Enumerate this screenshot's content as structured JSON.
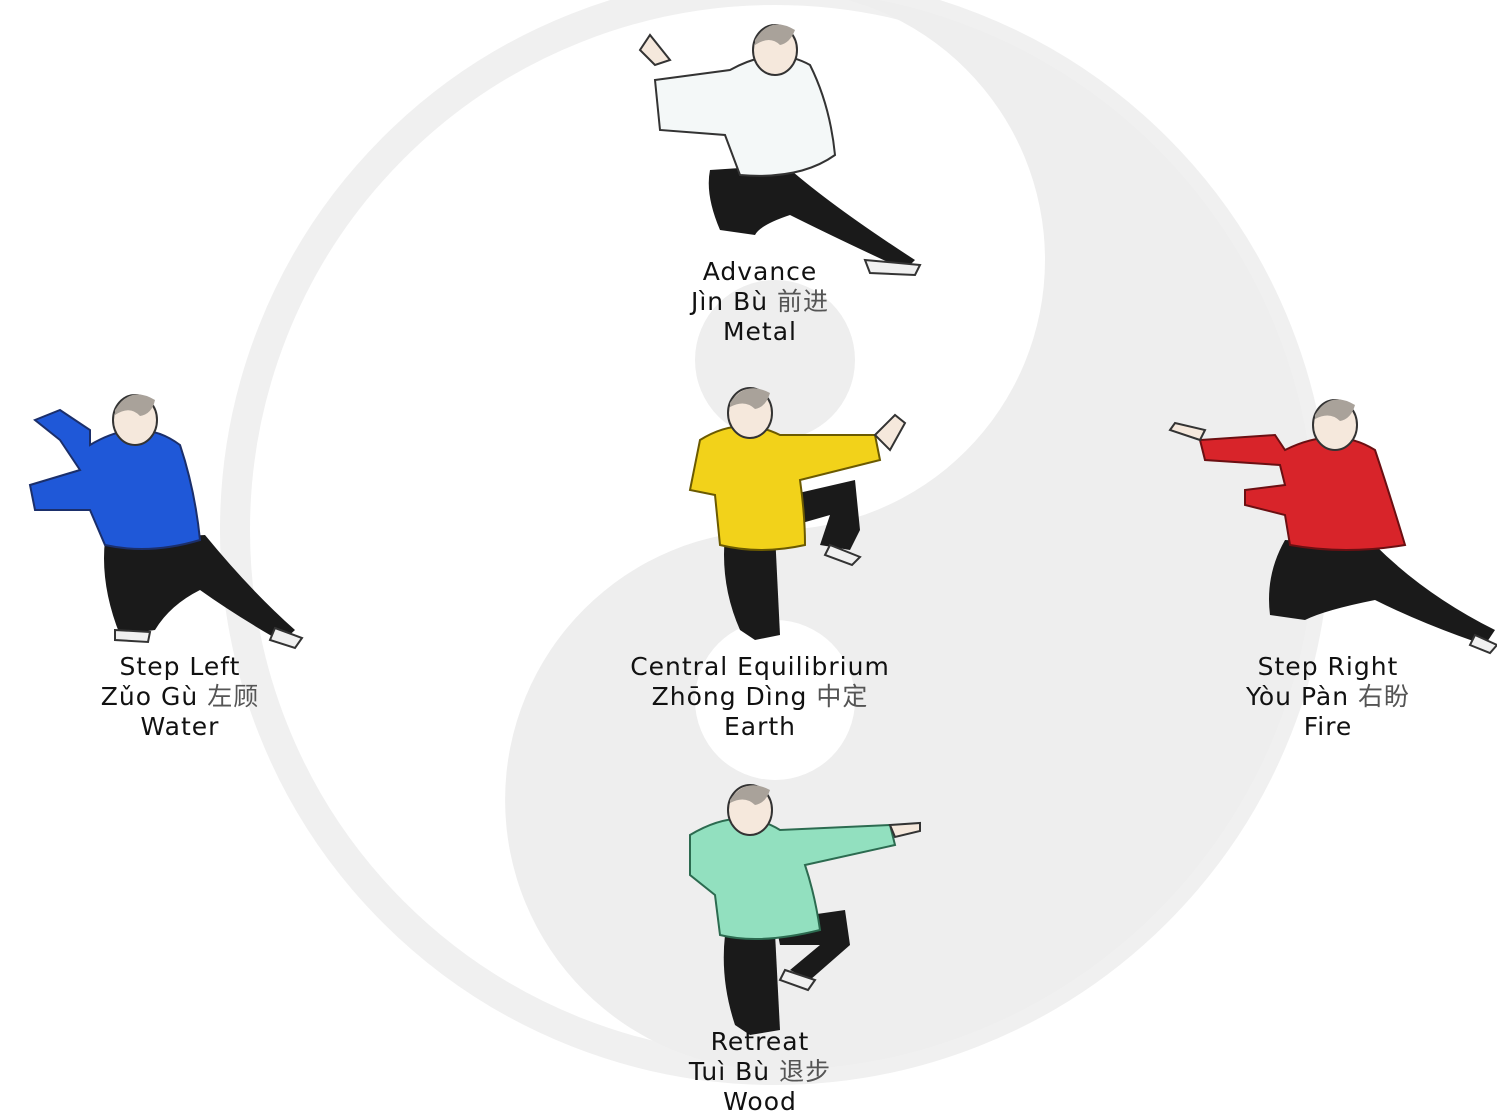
{
  "colors": {
    "background": "#ffffff",
    "yin_yang": "#eeeeee",
    "metal": "#f4f8f8",
    "water": "#1f58d8",
    "earth": "#f2d21a",
    "fire": "#d8242a",
    "wood": "#92e0bf",
    "pants": "#1a1a1a",
    "hair": "#a9a29a",
    "skin": "#f5e8dc"
  },
  "stances": {
    "advance": {
      "name": "Advance",
      "pinyin": "Jìn Bù",
      "hanzi": "前进",
      "element": "Metal"
    },
    "left": {
      "name": "Step Left",
      "pinyin": "Zǔo Gù",
      "hanzi": "左顾",
      "element": "Water"
    },
    "central": {
      "name": "Central Equilibrium",
      "pinyin": "Zhōng Dìng",
      "hanzi": "中定",
      "element": "Earth"
    },
    "right": {
      "name": "Step Right",
      "pinyin": "Yòu Pàn",
      "hanzi": "右盼",
      "element": "Fire"
    },
    "retreat": {
      "name": "Retreat",
      "pinyin": "Tuì Bù",
      "hanzi": "退步",
      "element": "Wood"
    }
  }
}
